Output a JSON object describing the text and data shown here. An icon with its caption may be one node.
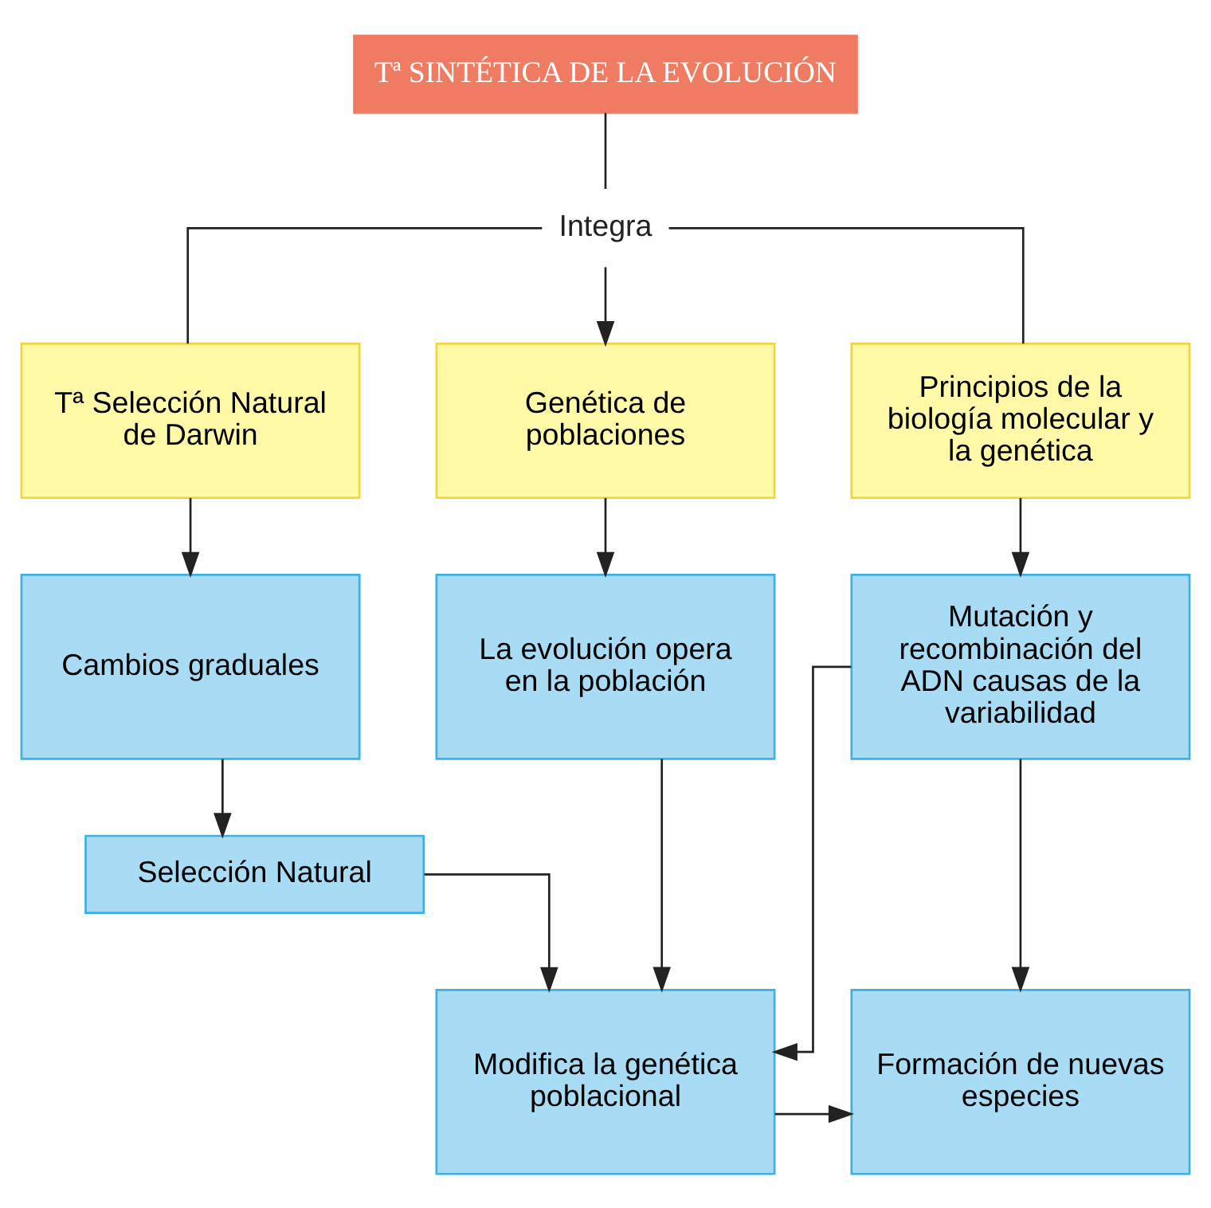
{
  "diagram": {
    "nodes": [
      {
        "text": [
          "Tª SINTÉTICA DE LA EVOLUCIÓN"
        ]
      },
      {
        "text": [
          "Integra"
        ]
      },
      {
        "text": [
          "Tª Selección Natural de Darwin"
        ]
      },
      {
        "text": [
          "Genética de poblaciones"
        ]
      },
      {
        "text": [
          "Principios de la biología molecular y la genética"
        ]
      },
      {
        "text": [
          "Cambios graduales"
        ]
      },
      {
        "text": [
          "La evolución opera en la población"
        ]
      },
      {
        "text": [
          "Mutación y recombinación del ADN causas de la variabilidad"
        ]
      },
      {
        "text": [
          "Selección Natural"
        ]
      },
      {
        "text": [
          "Modifica la genética poblacional"
        ]
      },
      {
        "text": [
          "Formación de nuevas especies"
        ]
      }
    ],
    "edges": [
      {
        "from": 0,
        "to": 1,
        "arrow": "none"
      },
      {
        "from": 1,
        "to": 2,
        "arrow": "none"
      },
      {
        "from": 1,
        "to": 3,
        "arrow": "to"
      },
      {
        "from": 1,
        "to": 4,
        "arrow": "none"
      },
      {
        "from": 2,
        "to": 5,
        "arrow": "to"
      },
      {
        "from": 3,
        "to": 6,
        "arrow": "to"
      },
      {
        "from": 4,
        "to": 7,
        "arrow": "to"
      },
      {
        "from": 5,
        "to": 8,
        "arrow": "to"
      },
      {
        "from": 6,
        "to": 9,
        "arrow": "to"
      },
      {
        "from": 7,
        "to": 9,
        "arrow": "to"
      },
      {
        "from": 7,
        "to": 10,
        "arrow": "to"
      },
      {
        "from": 8,
        "to": 9,
        "arrow": "to"
      },
      {
        "from": 9,
        "to": 10,
        "arrow": "to"
      }
    ]
  }
}
